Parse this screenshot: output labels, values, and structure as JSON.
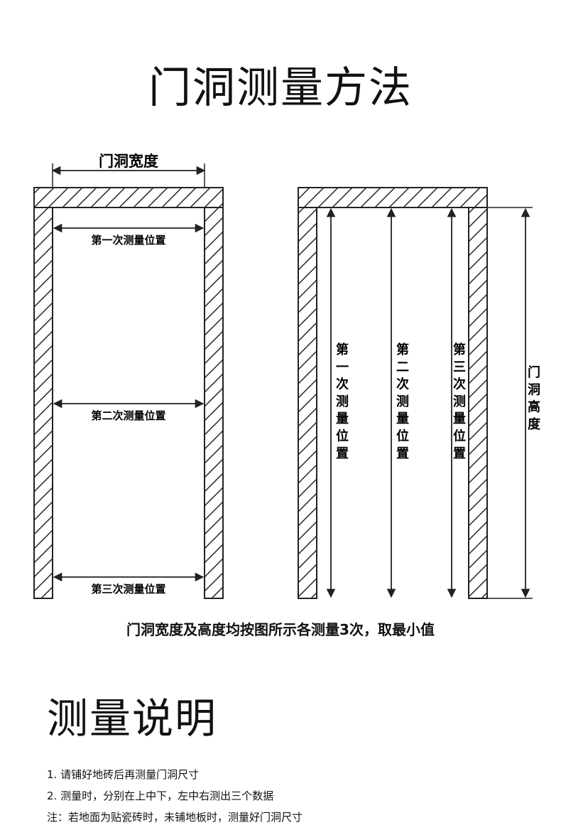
{
  "title": "门洞测量方法",
  "left_diagram": {
    "width_label": "门洞宽度",
    "positions": [
      "第一次测量位置",
      "第二次测量位置",
      "第三次测量位置"
    ]
  },
  "right_diagram": {
    "positions": [
      "第一次测量位置",
      "第二次测量位置",
      "第三次测量位置"
    ],
    "height_label": "门洞高度"
  },
  "caption": "门洞宽度及高度均按图所示各测量3次，取最小值",
  "section_title": "测量说明",
  "notes": [
    "1. 请铺好地砖后再测量门洞尺寸",
    "2. 测量时，分别在上中下，左中右测出三个数据",
    "注：若地面为贴瓷砖时，未铺地板时，测量好门洞尺寸"
  ]
}
